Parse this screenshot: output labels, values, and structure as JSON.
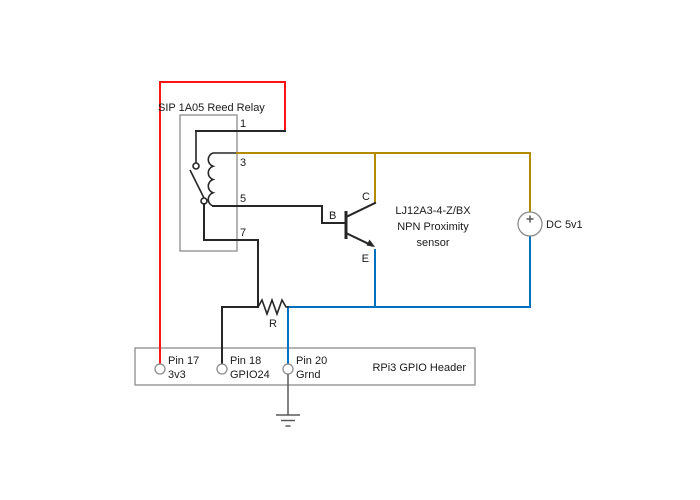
{
  "diagram": {
    "relay": {
      "label": "SIP 1A05 Reed Relay",
      "pins": {
        "p1": "1",
        "p3": "3",
        "p5": "5",
        "p7": "7"
      }
    },
    "transistor": {
      "collector": "C",
      "base": "B",
      "emitter": "E"
    },
    "sensor": {
      "line1": "LJ12A3-4-Z/BX",
      "line2": "NPN Proximity",
      "line3": "sensor"
    },
    "supply": {
      "label": "DC 5v1"
    },
    "resistor": {
      "label": "R"
    },
    "gpio_header": {
      "label": "RPi3 GPIO Header",
      "pins": [
        {
          "name": "Pin 17",
          "function": "3v3"
        },
        {
          "name": "Pin 18",
          "function": "GPIO24"
        },
        {
          "name": "Pin 20",
          "function": "Grnd"
        }
      ]
    },
    "colors": {
      "power_3v3_wire": "#fa1414",
      "supply_5v_wire": "#b38b00",
      "ground_wire": "#0070c0",
      "signal_wire": "#262626"
    }
  }
}
